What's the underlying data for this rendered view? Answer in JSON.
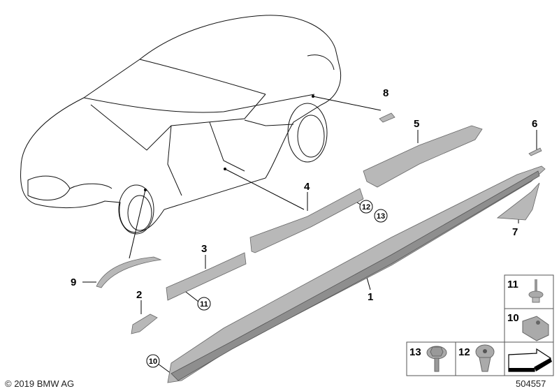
{
  "diagram": {
    "callouts": [
      "1",
      "2",
      "3",
      "4",
      "5",
      "6",
      "7",
      "8",
      "9"
    ],
    "circled_callouts": {
      "c10": "10",
      "c11": "11",
      "c12": "12",
      "c13": "13"
    },
    "inset_labels": {
      "b11": "11",
      "b10": "10",
      "b13": "13",
      "b12": "12"
    },
    "inset_icons": [
      "expanding-rivet-icon",
      "clip-nut-icon",
      "hex-bolt-icon",
      "plastic-rivet-icon",
      "direction-arrow-icon"
    ]
  },
  "footer": {
    "copyright": "© 2019 BMW AG",
    "diagram_number": "504557"
  }
}
